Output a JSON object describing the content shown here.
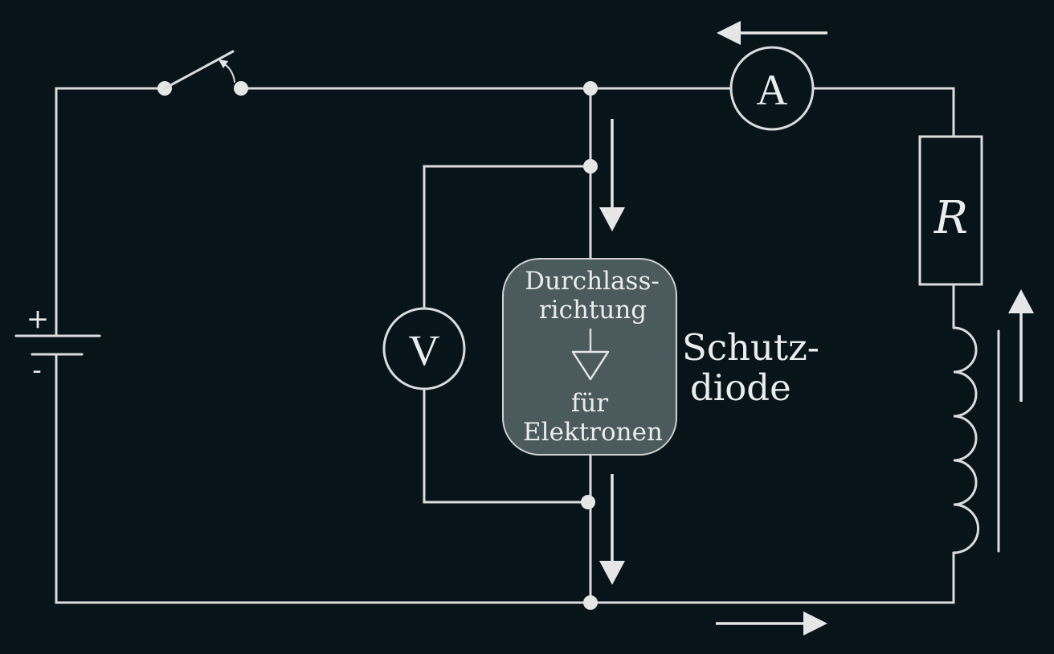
{
  "diagram": {
    "colors": {
      "background": "#07151a",
      "wire": "#dcdcdc",
      "box_fill": "#5a6a6c",
      "box_stroke": "#d0d0d0"
    },
    "battery": {
      "plus": "+",
      "minus": "-"
    },
    "ammeter": {
      "label": "A"
    },
    "voltmeter": {
      "label": "V"
    },
    "resistor": {
      "label": "R"
    },
    "inductor": {
      "name": "coil"
    },
    "diode_box": {
      "line1": "Durchlass-",
      "line2": "richtung",
      "line3": "für",
      "line4": "Elektronen"
    },
    "schutzdiode": {
      "line1": "Schutz-",
      "line2": "diode"
    }
  }
}
